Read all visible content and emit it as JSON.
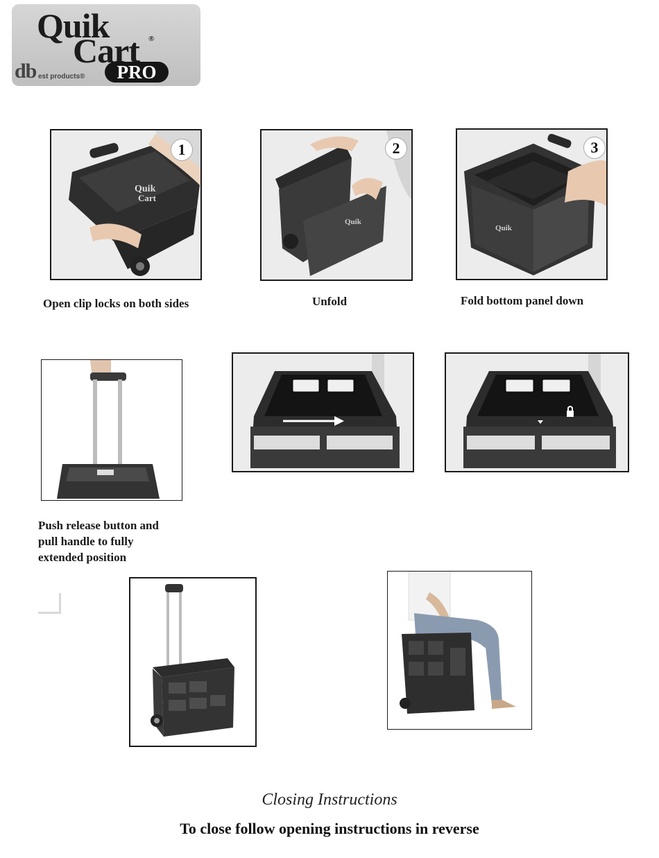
{
  "logo": {
    "quik": "Quik",
    "cart": "Cart",
    "reg": "®",
    "db": "db",
    "brand_tail": "est products®",
    "pro": "PRO"
  },
  "steps": [
    {
      "number": "1",
      "caption": "Open clip locks on both sides",
      "image_icon": "photo-open-clip-locks"
    },
    {
      "number": "2",
      "caption": "Unfold",
      "image_icon": "photo-unfold"
    },
    {
      "number": "3",
      "caption": "Fold bottom panel down",
      "image_icon": "photo-fold-bottom-panel"
    }
  ],
  "handle_step": {
    "caption_lines": [
      "Push release button and",
      "pull handle to fully",
      "extended position"
    ]
  },
  "closing": {
    "title": "Closing Instructions",
    "text": "To close follow opening instructions in reverse"
  },
  "colors": {
    "frame": "#1a1a1a",
    "cart_dark": "#2b2b2b",
    "cart_mid": "#4a4a4a",
    "logo_bg": "#c8c8c8"
  }
}
